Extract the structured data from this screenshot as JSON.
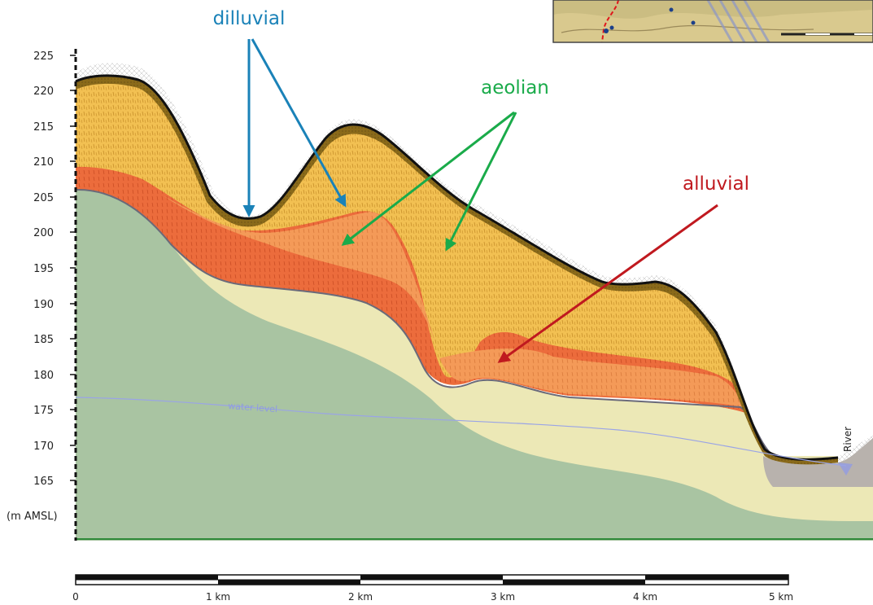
{
  "y_axis": {
    "ticks": [
      "225",
      "220",
      "215",
      "210",
      "205",
      "200",
      "195",
      "190",
      "185",
      "180",
      "175",
      "170",
      "165"
    ],
    "unit": "(m AMSL)"
  },
  "scale_bar": {
    "labels": [
      "0",
      "1 km",
      "2 km",
      "3 km",
      "4 km",
      "5 km"
    ]
  },
  "callouts": {
    "dilluvial": {
      "text": "dilluvial",
      "color": "#1a82b8"
    },
    "aeolian": {
      "text": "aeolian",
      "color": "#1aab4a"
    },
    "alluvial": {
      "text": "alluvial",
      "color": "#c0191f"
    }
  },
  "labels": {
    "water_level": "water level",
    "river": "River"
  },
  "colors": {
    "bedrock": "#a9c4a2",
    "sand_layer": "#ece8b6",
    "aeolian_fill": "#f0bc4a",
    "dilluvial_fill": "#ea6a3a",
    "dilluvial_light": "#f2995a",
    "topsoil": "#8a6a1a",
    "river_bed": "#b8b2ad"
  },
  "inset_map": {
    "label": "",
    "icon": "map-thumbnail"
  }
}
